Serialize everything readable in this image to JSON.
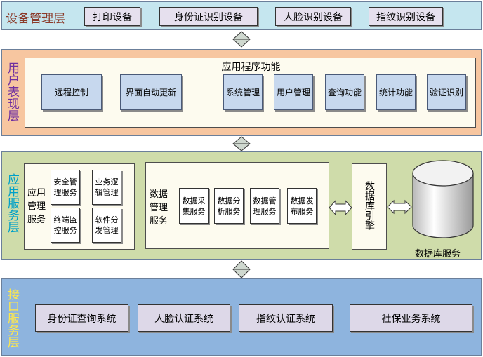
{
  "device_layer": {
    "label": "设备管理层",
    "items": [
      "打印设备",
      "身份证识别设备",
      "人脸识别设备",
      "指纹识别设备"
    ]
  },
  "user_layer": {
    "label": "用户表现层",
    "panel_title": "应用程序功能",
    "items": [
      "远程控制",
      "界面自动更新",
      "系统管理",
      "用户管理",
      "查询功能",
      "统计功能",
      "验证识别"
    ]
  },
  "app_layer": {
    "label": "应用服务层",
    "app_mgmt": {
      "title": "应用管理服务",
      "items": [
        "安全管理服务",
        "业务逻辑管理",
        "终端监控服务",
        "软件分发管理"
      ]
    },
    "data_mgmt": {
      "title": "数据管理服务",
      "items": [
        "数据采集服务",
        "数据分析服务",
        "数据管理服务",
        "数据发布服务"
      ]
    },
    "db_engine": "数据库引擎",
    "db_service": "数据库服务"
  },
  "interface_layer": {
    "label": "接口服务层",
    "items": [
      "身份证查询系统",
      "人脸认证系统",
      "指纹认证系统",
      "社保业务系统"
    ]
  },
  "colors": {
    "device_band": "#c5e6ef",
    "user_band": "#f7c6a0",
    "app_band": "#cfdcaa",
    "interface_band": "#8eb4de",
    "device_label": "#8b3a2a",
    "user_label": "#7030a0",
    "app_label": "#00a0c8",
    "interface_label": "#ffe84a"
  }
}
